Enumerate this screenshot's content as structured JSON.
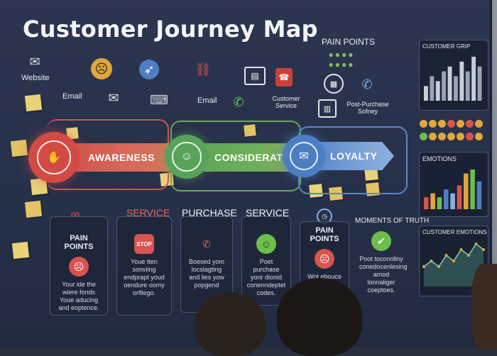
{
  "board": {
    "title": "Customer Journey Map",
    "pain_points_top": "PAIN POINTS",
    "channels": {
      "website": "Website",
      "email": "Email",
      "email2": "Email",
      "customer_service": "Customer Service",
      "post_purchase": "Post-Purchase Sofney"
    },
    "stages": {
      "awareness": "AWARENESS",
      "consideration": "CONSIDERATION",
      "loyalty": "LOYALTY"
    },
    "stage_headers": {
      "service1": "SERVICE",
      "purchase": "PURCHASE",
      "service2": "SERVICE",
      "moments": "MOMENTS OF TRUTH"
    },
    "cards": [
      {
        "title": "PAIN POINTS",
        "body": "Your ide the wiere fonds Youe aducing and eoptence.",
        "face": "sad"
      },
      {
        "title": "",
        "body": "Youe tten sonviing endprapt youd oendure oomy orfllego.",
        "face": "stop"
      },
      {
        "title": "",
        "body": "Boesed yom locslagting and lies yow popgend",
        "face": "phone"
      },
      {
        "title": "",
        "body": "Poet purchase yonr dionid conenndeptet codes.",
        "face": "happy"
      },
      {
        "title": "PAIN POINTS",
        "body": "Wot ebouce",
        "face": "sad"
      },
      {
        "title": "",
        "body": "Poot toconnliny conedocenlesing amod lonnaliger coeptoes.",
        "face": "check"
      }
    ],
    "side": {
      "customer_grip": "CUSTOMER GRIP",
      "emotions": "EMOTIONS",
      "customer_emotions": "CUSTOMER EMOTIONS"
    },
    "colors": {
      "awareness": "#d24b42",
      "consideration": "#58a35a",
      "loyalty": "#4d7ec4"
    }
  },
  "chart_data": [
    {
      "type": "bar",
      "values": [
        3,
        5,
        4,
        6,
        7,
        5,
        8,
        6,
        9,
        7
      ]
    },
    {
      "type": "bar",
      "values": [
        3,
        4,
        3,
        5,
        4,
        6,
        9,
        10,
        7
      ]
    },
    {
      "type": "line",
      "values": [
        3,
        4,
        3,
        5,
        4,
        6,
        5,
        7,
        6
      ]
    }
  ]
}
